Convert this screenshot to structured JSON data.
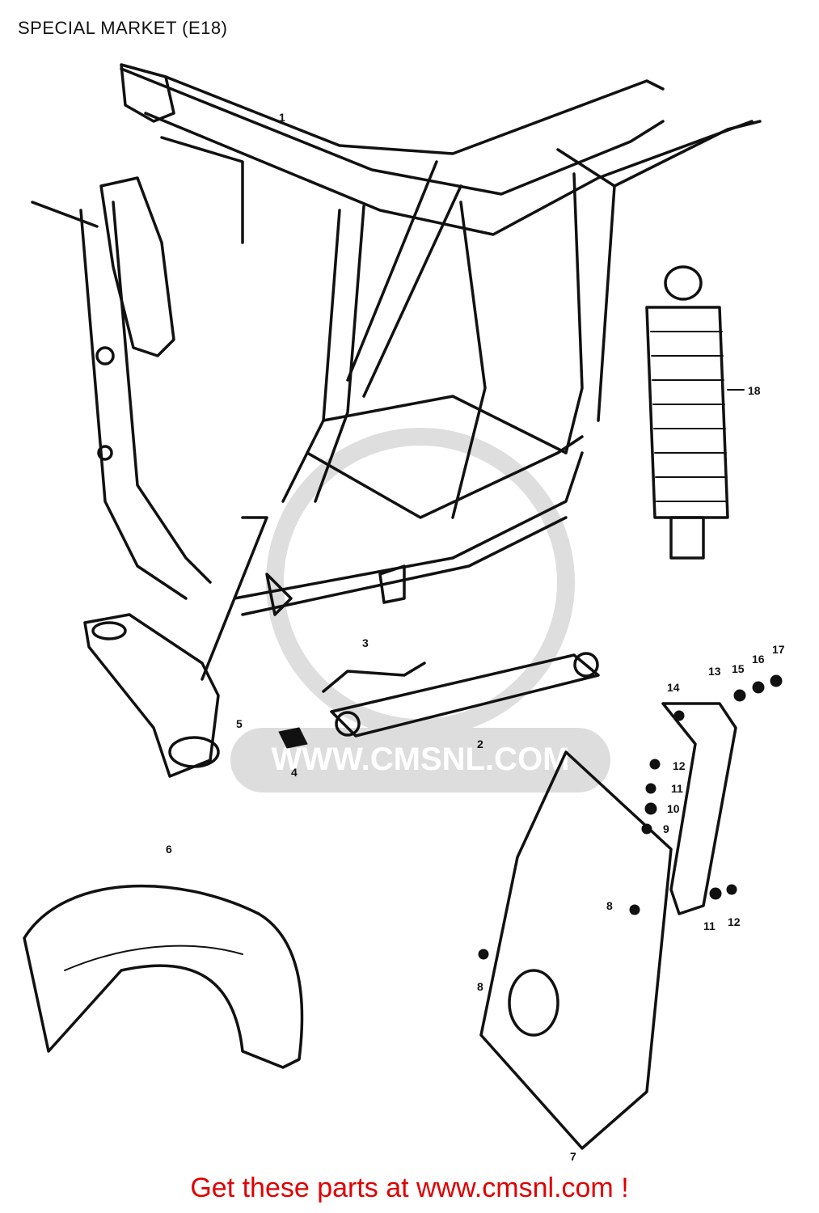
{
  "header": {
    "title": "SPECIAL MARKET (E18)"
  },
  "watermark": {
    "text": "WWW.CMSNL.COM"
  },
  "parts": [
    {
      "id": "label-1",
      "number": "1"
    },
    {
      "id": "label-2",
      "number": "2"
    },
    {
      "id": "label-3",
      "number": "3"
    },
    {
      "id": "label-4",
      "number": "4"
    },
    {
      "id": "label-5",
      "number": "5"
    },
    {
      "id": "label-6",
      "number": "6"
    },
    {
      "id": "label-7",
      "number": "7"
    },
    {
      "id": "label-8a",
      "number": "8"
    },
    {
      "id": "label-8b",
      "number": "8"
    },
    {
      "id": "label-9",
      "number": "9"
    },
    {
      "id": "label-10",
      "number": "10"
    },
    {
      "id": "label-11a",
      "number": "11"
    },
    {
      "id": "label-11b",
      "number": "11"
    },
    {
      "id": "label-12a",
      "number": "12"
    },
    {
      "id": "label-12b",
      "number": "12"
    },
    {
      "id": "label-13",
      "number": "13"
    },
    {
      "id": "label-14",
      "number": "14"
    },
    {
      "id": "label-15",
      "number": "15"
    },
    {
      "id": "label-16",
      "number": "16"
    },
    {
      "id": "label-17",
      "number": "17"
    },
    {
      "id": "label-18",
      "number": "18"
    }
  ],
  "footer": {
    "text": "Get these parts at www.cmsnl.com !",
    "color": "#e00000"
  }
}
